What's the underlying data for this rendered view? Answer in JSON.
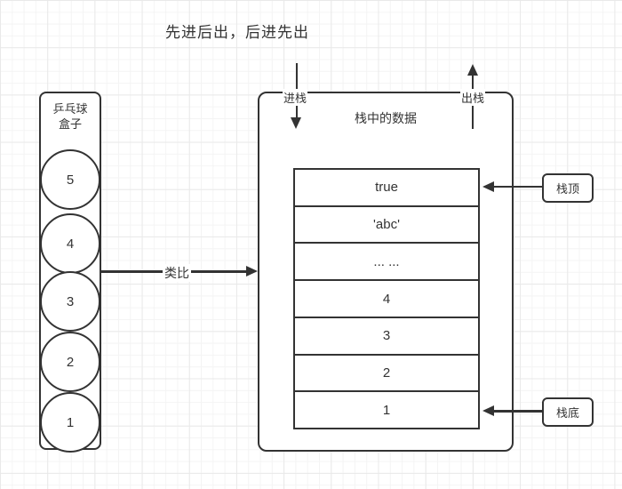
{
  "title": "先进后出，后进先出",
  "pingpong_box": {
    "label_line1": "乒乓球",
    "label_line2": "盒子",
    "balls": [
      "5",
      "4",
      "3",
      "2",
      "1"
    ]
  },
  "analogy": {
    "label": "类比"
  },
  "stack": {
    "title": "栈中的数据",
    "push_label": "进栈",
    "pop_label": "出栈",
    "rows": [
      "true",
      "'abc'",
      "... ...",
      "4",
      "3",
      "2",
      "1"
    ]
  },
  "annotations": {
    "stack_top": "栈顶",
    "stack_bottom": "栈底"
  },
  "colors": {
    "stroke": "#333333",
    "background": "#ffffff",
    "grid_minor": "#f4f4f4",
    "grid_major": "#e9e9e9"
  }
}
